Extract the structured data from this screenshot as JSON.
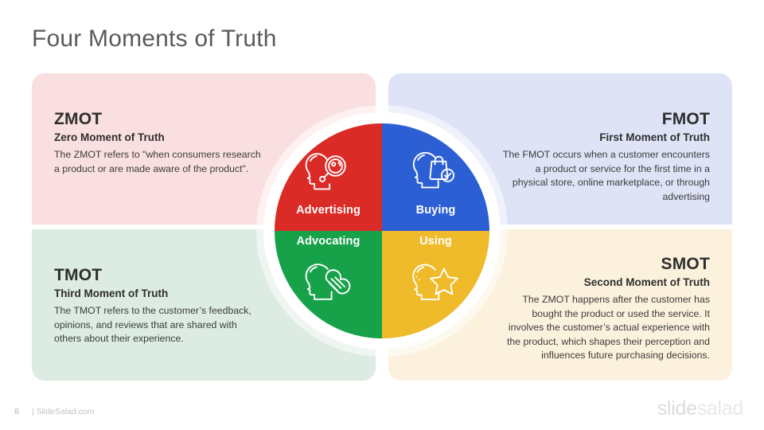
{
  "slide": {
    "title": "Four Moments of Truth"
  },
  "panels": [
    {
      "key": "zmot",
      "code": "ZMOT",
      "subtitle": "Zero Moment of Truth",
      "body": "The ZMOT refers to \"when consumers research a product or are made aware of the product\".",
      "bg_color": "#fadfe0",
      "align": "left"
    },
    {
      "key": "fmot",
      "code": "FMOT",
      "subtitle": "First Moment of Truth",
      "body": "The FMOT occurs when a customer encounters a product or service for the first time in a physical store, online marketplace, or through advertising",
      "bg_color": "#dee3f6",
      "align": "right"
    },
    {
      "key": "tmot",
      "code": "TMOT",
      "subtitle": "Third Moment of Truth",
      "body": "The TMOT refers to the customer’s feedback, opinions, and reviews that are shared with others about their experience.",
      "bg_color": "#dcece2",
      "align": "left"
    },
    {
      "key": "smot",
      "code": "SMOT",
      "subtitle": "Second Moment of Truth",
      "body": "The ZMOT happens after the customer has bought the product or used the service. It involves the customer’s actual experience with the product, which shapes their perception and influences future purchasing decisions.",
      "bg_color": "#fcf1dc",
      "align": "right"
    }
  ],
  "wheel": {
    "quadrants": [
      {
        "key": "advertising",
        "label": "Advertising",
        "color": "#db2b26",
        "icon": "head-magnifier-icon",
        "position": "top-left"
      },
      {
        "key": "buying",
        "label": "Buying",
        "color": "#2c5fd4",
        "icon": "head-shopping-bag-check-icon",
        "position": "top-right"
      },
      {
        "key": "advocating",
        "label": "Advocating",
        "color": "#17a24a",
        "icon": "head-thumbs-up-icon",
        "position": "bottom-left"
      },
      {
        "key": "using",
        "label": "Using",
        "color": "#f0bb2a",
        "icon": "head-star-icon",
        "position": "bottom-right"
      }
    ]
  },
  "footer": {
    "page_number": "8",
    "site": "| SlideSalad.com",
    "brand_strong": "slide",
    "brand_soft": "salad"
  }
}
